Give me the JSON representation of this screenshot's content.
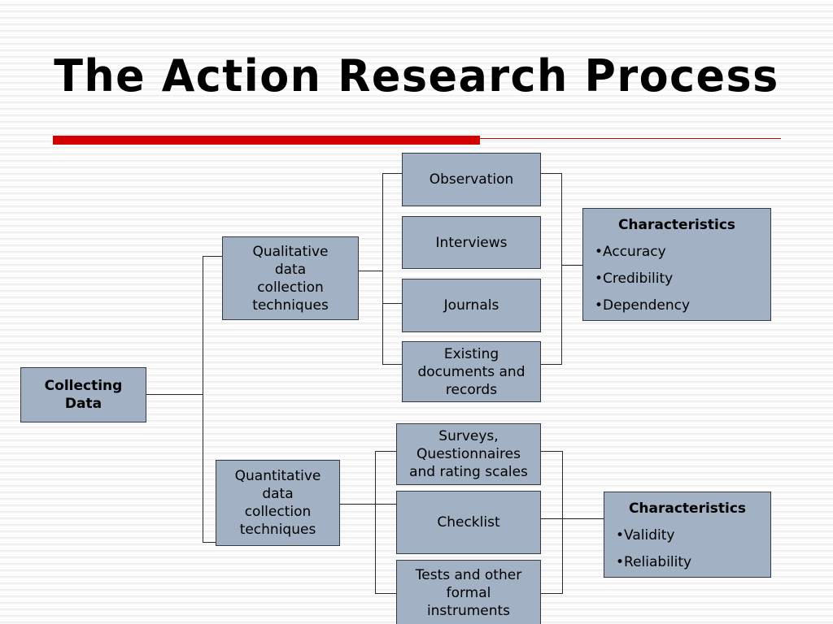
{
  "slide": {
    "title": "The Action Research Process",
    "accent_color": "#d40000",
    "box_fill": "#a2b1c4",
    "box_border": "#333a45",
    "background": "#ffffff"
  },
  "diagram": {
    "type": "tree-flowchart",
    "root": {
      "label_lines": [
        "Collecting",
        "Data"
      ]
    },
    "branches": [
      {
        "name": "qualitative",
        "label_lines": [
          "Qualitative",
          "data",
          "collection",
          "techniques"
        ],
        "techniques": [
          {
            "label_lines": [
              "Observation"
            ]
          },
          {
            "label_lines": [
              "Interviews"
            ]
          },
          {
            "label_lines": [
              "Journals"
            ]
          },
          {
            "label_lines": [
              "Existing",
              "documents and",
              "records"
            ]
          }
        ],
        "characteristics": {
          "title": "Characteristics",
          "items": [
            "Accuracy",
            "Credibility",
            "Dependency"
          ]
        }
      },
      {
        "name": "quantitative",
        "label_lines": [
          "Quantitative",
          "data",
          "collection",
          "techniques"
        ],
        "techniques": [
          {
            "label_lines": [
              "Surveys,",
              "Questionnaires",
              "and rating scales"
            ]
          },
          {
            "label_lines": [
              "Checklist"
            ]
          },
          {
            "label_lines": [
              "Tests and other",
              "formal",
              "instruments"
            ]
          }
        ],
        "characteristics": {
          "title": "Characteristics",
          "items": [
            "Validity",
            "Reliability"
          ]
        }
      }
    ]
  }
}
